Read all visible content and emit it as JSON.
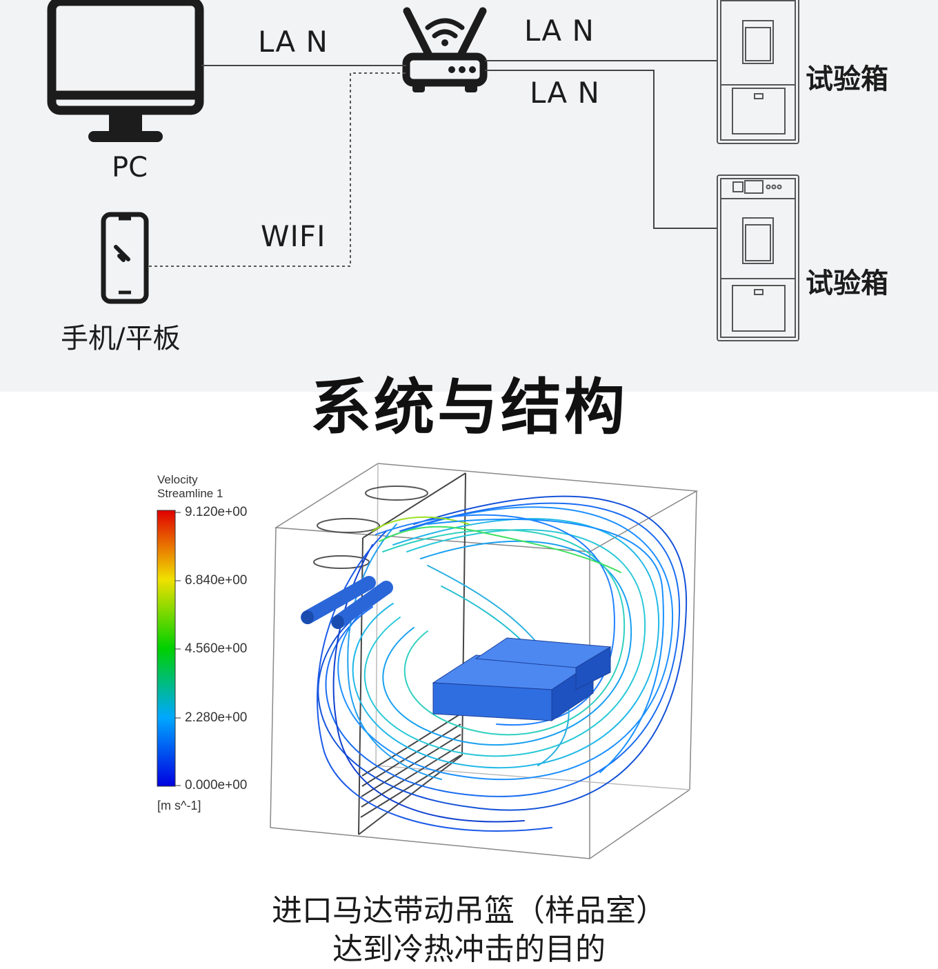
{
  "network": {
    "lan_pc": "LA N",
    "lan_chamber_top": "LA N",
    "lan_chamber_bottom": "LA N",
    "wifi": "WIFI",
    "pc_label": "PC",
    "mobile_label": "手机/平板",
    "chamber_label_1": "试验箱",
    "chamber_label_2": "试验箱"
  },
  "section_title": "系统与结构",
  "simulation": {
    "legend_title_1": "Velocity",
    "legend_title_2": "Streamline 1",
    "legend_ticks": [
      "9.120e+00",
      "6.840e+00",
      "4.560e+00",
      "2.280e+00",
      "0.000e+00"
    ],
    "legend_unit": "[m s^-1]"
  },
  "caption": {
    "line1": "进口马达带动吊篮（样品室）",
    "line2": "达到冷热冲击的目的"
  },
  "colors": {
    "panel_bg": "#f2f3f5",
    "ink": "#1c1c1c",
    "box_blue": "#2f6ee0"
  }
}
